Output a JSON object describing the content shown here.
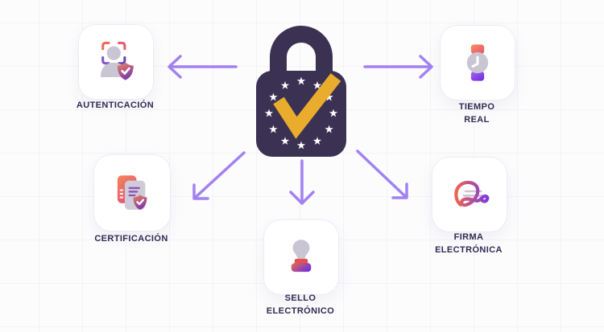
{
  "diagram": {
    "center_node": {
      "icon": "eu-padlock-check-icon",
      "colors": {
        "lock": "#3A3153",
        "stars": "#FFFFFF",
        "check": "#E9AC2D"
      }
    },
    "nodes": [
      {
        "id": "autenticacion",
        "label": "AUTENTICACIÓN",
        "icon": "face-scan-shield-icon"
      },
      {
        "id": "tiempo-real",
        "label": "TIEMPO\nREAL",
        "icon": "smartwatch-clock-icon"
      },
      {
        "id": "certificacion",
        "label": "CERTIFICACIÓN",
        "icon": "certified-documents-icon"
      },
      {
        "id": "firma-electronica",
        "label": "FIRMA\nELECTRÓNICA",
        "icon": "signature-icon"
      },
      {
        "id": "sello-electronico",
        "label": "SELLO\nELECTRÓNICO",
        "icon": "stamp-icon"
      }
    ],
    "arrows": {
      "color": "#A282F2",
      "directions": [
        "left",
        "right",
        "down-left",
        "down",
        "down-right"
      ]
    },
    "theme": {
      "background": "#FCFCFD",
      "grid_line": "#F3F2F6",
      "card_bg": "#FFFFFF",
      "card_border": "#EDEBF6",
      "label_color": "#332A52",
      "icon_gray": "#C9C5D2",
      "icon_warm": "#F3815B",
      "icon_purple": "#7C3AA8"
    }
  }
}
